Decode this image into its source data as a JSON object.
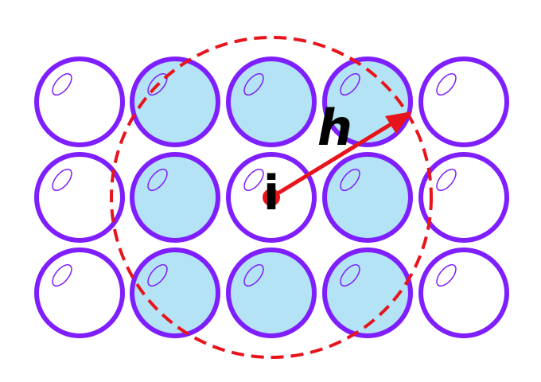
{
  "labels": {
    "center": "i",
    "radius": "h"
  },
  "particles": [
    {
      "row": 0,
      "col": 0,
      "in_neighborhood": false
    },
    {
      "row": 0,
      "col": 1,
      "in_neighborhood": true
    },
    {
      "row": 0,
      "col": 2,
      "in_neighborhood": true
    },
    {
      "row": 0,
      "col": 3,
      "in_neighborhood": true
    },
    {
      "row": 0,
      "col": 4,
      "in_neighborhood": false
    },
    {
      "row": 1,
      "col": 0,
      "in_neighborhood": false
    },
    {
      "row": 1,
      "col": 1,
      "in_neighborhood": true
    },
    {
      "row": 1,
      "col": 2,
      "in_neighborhood": false,
      "is_center": true
    },
    {
      "row": 1,
      "col": 3,
      "in_neighborhood": true
    },
    {
      "row": 1,
      "col": 4,
      "in_neighborhood": false
    },
    {
      "row": 2,
      "col": 0,
      "in_neighborhood": false
    },
    {
      "row": 2,
      "col": 1,
      "in_neighborhood": true
    },
    {
      "row": 2,
      "col": 2,
      "in_neighborhood": true
    },
    {
      "row": 2,
      "col": 3,
      "in_neighborhood": true
    },
    {
      "row": 2,
      "col": 4,
      "in_neighborhood": false
    }
  ],
  "colors": {
    "particle_outline": "#7f1fff",
    "neighbor_fill": "#b3e3f4",
    "empty_fill": "#ffffff",
    "support_circle": "#e8141c",
    "radius_arrow": "#e8141c",
    "center_point": "#e8141c",
    "label_text": "#000000"
  }
}
